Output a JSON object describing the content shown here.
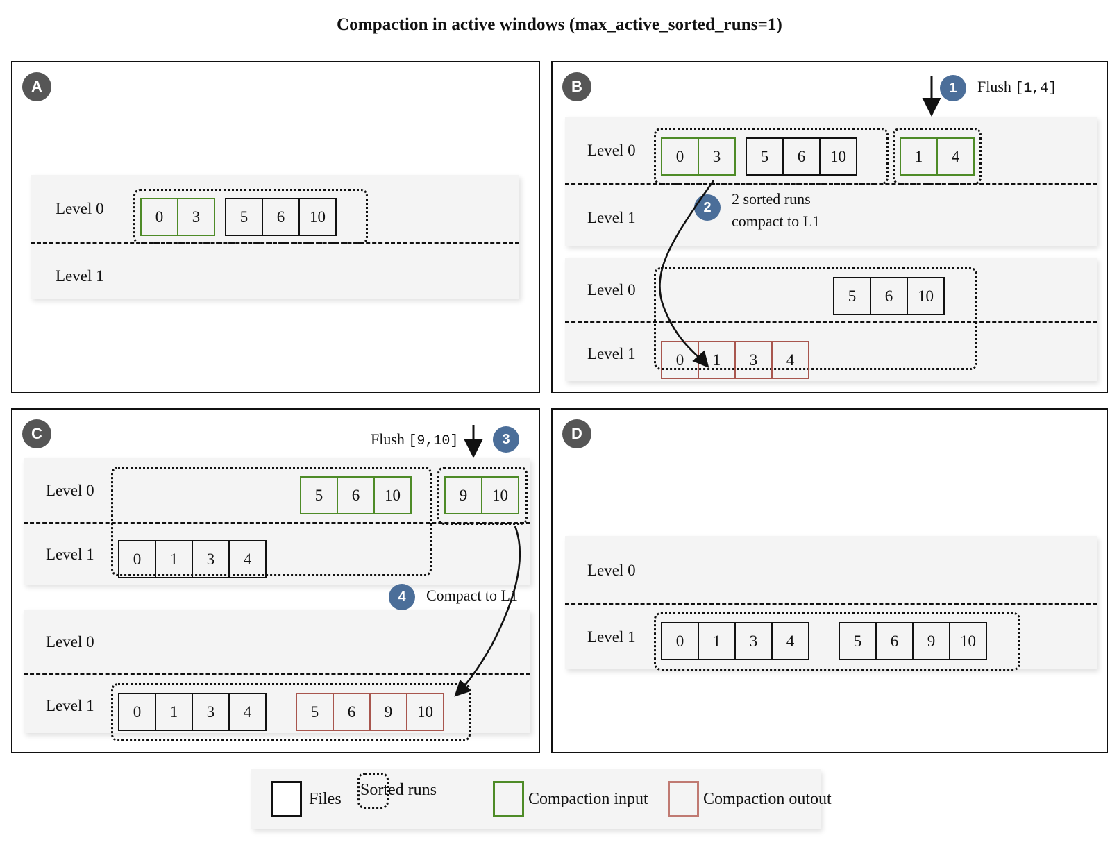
{
  "title": "Compaction in active windows (max_active_sorted_runs=1)",
  "levels": {
    "l0": "Level 0",
    "l1": "Level 1"
  },
  "panels": {
    "a": {
      "badge": "A",
      "levels": {
        "l0": "Level 0",
        "l1": "Level 1"
      },
      "l0_runs": [
        {
          "kind": "compaction-input",
          "files": [
            "0",
            "3"
          ]
        },
        {
          "kind": "files",
          "files": [
            "5",
            "6",
            "10"
          ]
        }
      ],
      "l1_runs": []
    },
    "b": {
      "badge": "B",
      "flush_label": "Flush",
      "flush_range": "[1,4]",
      "step1": "1",
      "step2": "2",
      "step2_line1": "2 sorted runs",
      "step2_line2": "compact to L1",
      "top": {
        "levels": {
          "l0": "Level 0",
          "l1": "Level 1"
        },
        "l0_runs": [
          {
            "kind": "compaction-input",
            "files": [
              "0",
              "3"
            ]
          },
          {
            "kind": "files",
            "files": [
              "5",
              "6",
              "10"
            ]
          },
          {
            "kind": "compaction-input",
            "files": [
              "1",
              "4"
            ]
          }
        ],
        "l1_runs": []
      },
      "bottom": {
        "levels": {
          "l0": "Level 0",
          "l1": "Level 1"
        },
        "l0_runs": [
          {
            "kind": "files",
            "files": [
              "5",
              "6",
              "10"
            ]
          }
        ],
        "l1_runs": [
          {
            "kind": "compaction-output",
            "files": [
              "0",
              "1",
              "3",
              "4"
            ]
          }
        ]
      }
    },
    "c": {
      "badge": "C",
      "flush_label": "Flush",
      "flush_range": "[9,10]",
      "step3": "3",
      "step4": "4",
      "step4_label": "Compact to L1",
      "top": {
        "levels": {
          "l0": "Level 0",
          "l1": "Level 1"
        },
        "l0_runs": [
          {
            "kind": "compaction-input",
            "files": [
              "5",
              "6",
              "10"
            ]
          },
          {
            "kind": "compaction-input",
            "files": [
              "9",
              "10"
            ]
          }
        ],
        "l1_runs": [
          {
            "kind": "files",
            "files": [
              "0",
              "1",
              "3",
              "4"
            ]
          }
        ]
      },
      "bottom": {
        "levels": {
          "l0": "Level 0",
          "l1": "Level 1"
        },
        "l0_runs": [],
        "l1_runs": [
          {
            "kind": "files",
            "files": [
              "0",
              "1",
              "3",
              "4"
            ]
          },
          {
            "kind": "compaction-output",
            "files": [
              "5",
              "6",
              "9",
              "10"
            ]
          }
        ]
      }
    },
    "d": {
      "badge": "D",
      "levels": {
        "l0": "Level 0",
        "l1": "Level 1"
      },
      "l0_runs": [],
      "l1_runs": [
        {
          "kind": "files",
          "files": [
            "0",
            "1",
            "3",
            "4"
          ]
        },
        {
          "kind": "files",
          "files": [
            "5",
            "6",
            "9",
            "10"
          ]
        }
      ]
    }
  },
  "legend": {
    "items": [
      {
        "swatch": "files-swatch",
        "label": "Files"
      },
      {
        "swatch": "sorted-runs-swatch",
        "label": "Sorted runs"
      },
      {
        "swatch": "compaction-input-swatch",
        "label": "Compaction input"
      },
      {
        "swatch": "compaction-output-swatch",
        "label": "Compaction outout"
      }
    ]
  },
  "colors": {
    "compaction_input": "#4e8b27",
    "compaction_output": "#a8564e",
    "step_badge": "#4b6e99",
    "panel_badge": "#565656",
    "band": "#f4f4f4"
  }
}
